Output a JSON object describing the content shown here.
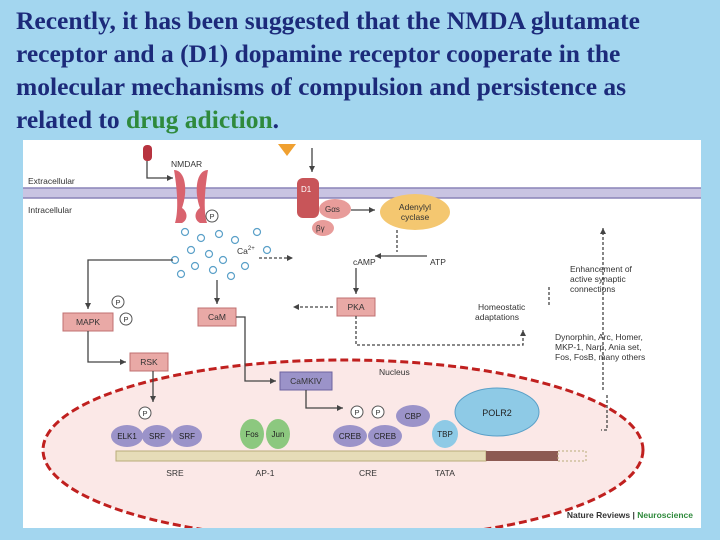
{
  "slide": {
    "title_main": "Recently, it has been suggested that the NMDA glutamate receptor and a (D1) dopamine receptor cooperate in the molecular mechanisms of compulsion and persistence as related to ",
    "title_highlight": "drug adiction",
    "title_end": "."
  },
  "colors": {
    "background": "#a3d6ef",
    "title": "#1c2a7a",
    "highlight": "#2f8a3c",
    "protein_red": "#e9a9a6",
    "protein_purple": "#9b93c9",
    "protein_green": "#8cc87f",
    "protein_blue": "#8ecae6",
    "nucleus_fill": "#fbe8e7"
  },
  "figure": {
    "labels": {
      "extracellular": "Extracellular",
      "intracellular": "Intracellular",
      "nmdar": "NMDAR",
      "d1": "D1",
      "g_alpha_s": "Gαs",
      "beta_gamma": "βγ",
      "adenylyl_cyclase_1": "Adenylyl",
      "adenylyl_cyclase_2": "cyclase",
      "camp": "cAMP",
      "atp": "ATP",
      "ca": "Ca",
      "ca_charge": "2+",
      "p": "P",
      "mapk": "MAPK",
      "cam": "CaM",
      "pka": "PKA",
      "rsk": "RSK",
      "camkiv": "CaMKIV",
      "nucleus": "Nucleus",
      "homeostatic_1": "Homeostatic",
      "homeostatic_2": "adaptations",
      "enhancement_1": "Enhancement of",
      "enhancement_2": "active synaptic",
      "enhancement_3": "connections",
      "genes_1": "Dynorphin, Arc, Homer,",
      "genes_2": "MKP-1, Narp, Ania set,",
      "genes_3": "Fos, FosB, many others",
      "elk1": "ELK1",
      "srf": "SRF",
      "fos": "Fos",
      "jun": "Jun",
      "creb": "CREB",
      "cbp": "CBP",
      "tbp": "TBP",
      "polr2": "POLR2",
      "sre": "SRE",
      "ap1": "AP-1",
      "cre": "CRE",
      "tata": "TATA",
      "credit_journal": "Nature Reviews",
      "credit_sep": " | ",
      "credit_section": "Neuroscience"
    }
  }
}
